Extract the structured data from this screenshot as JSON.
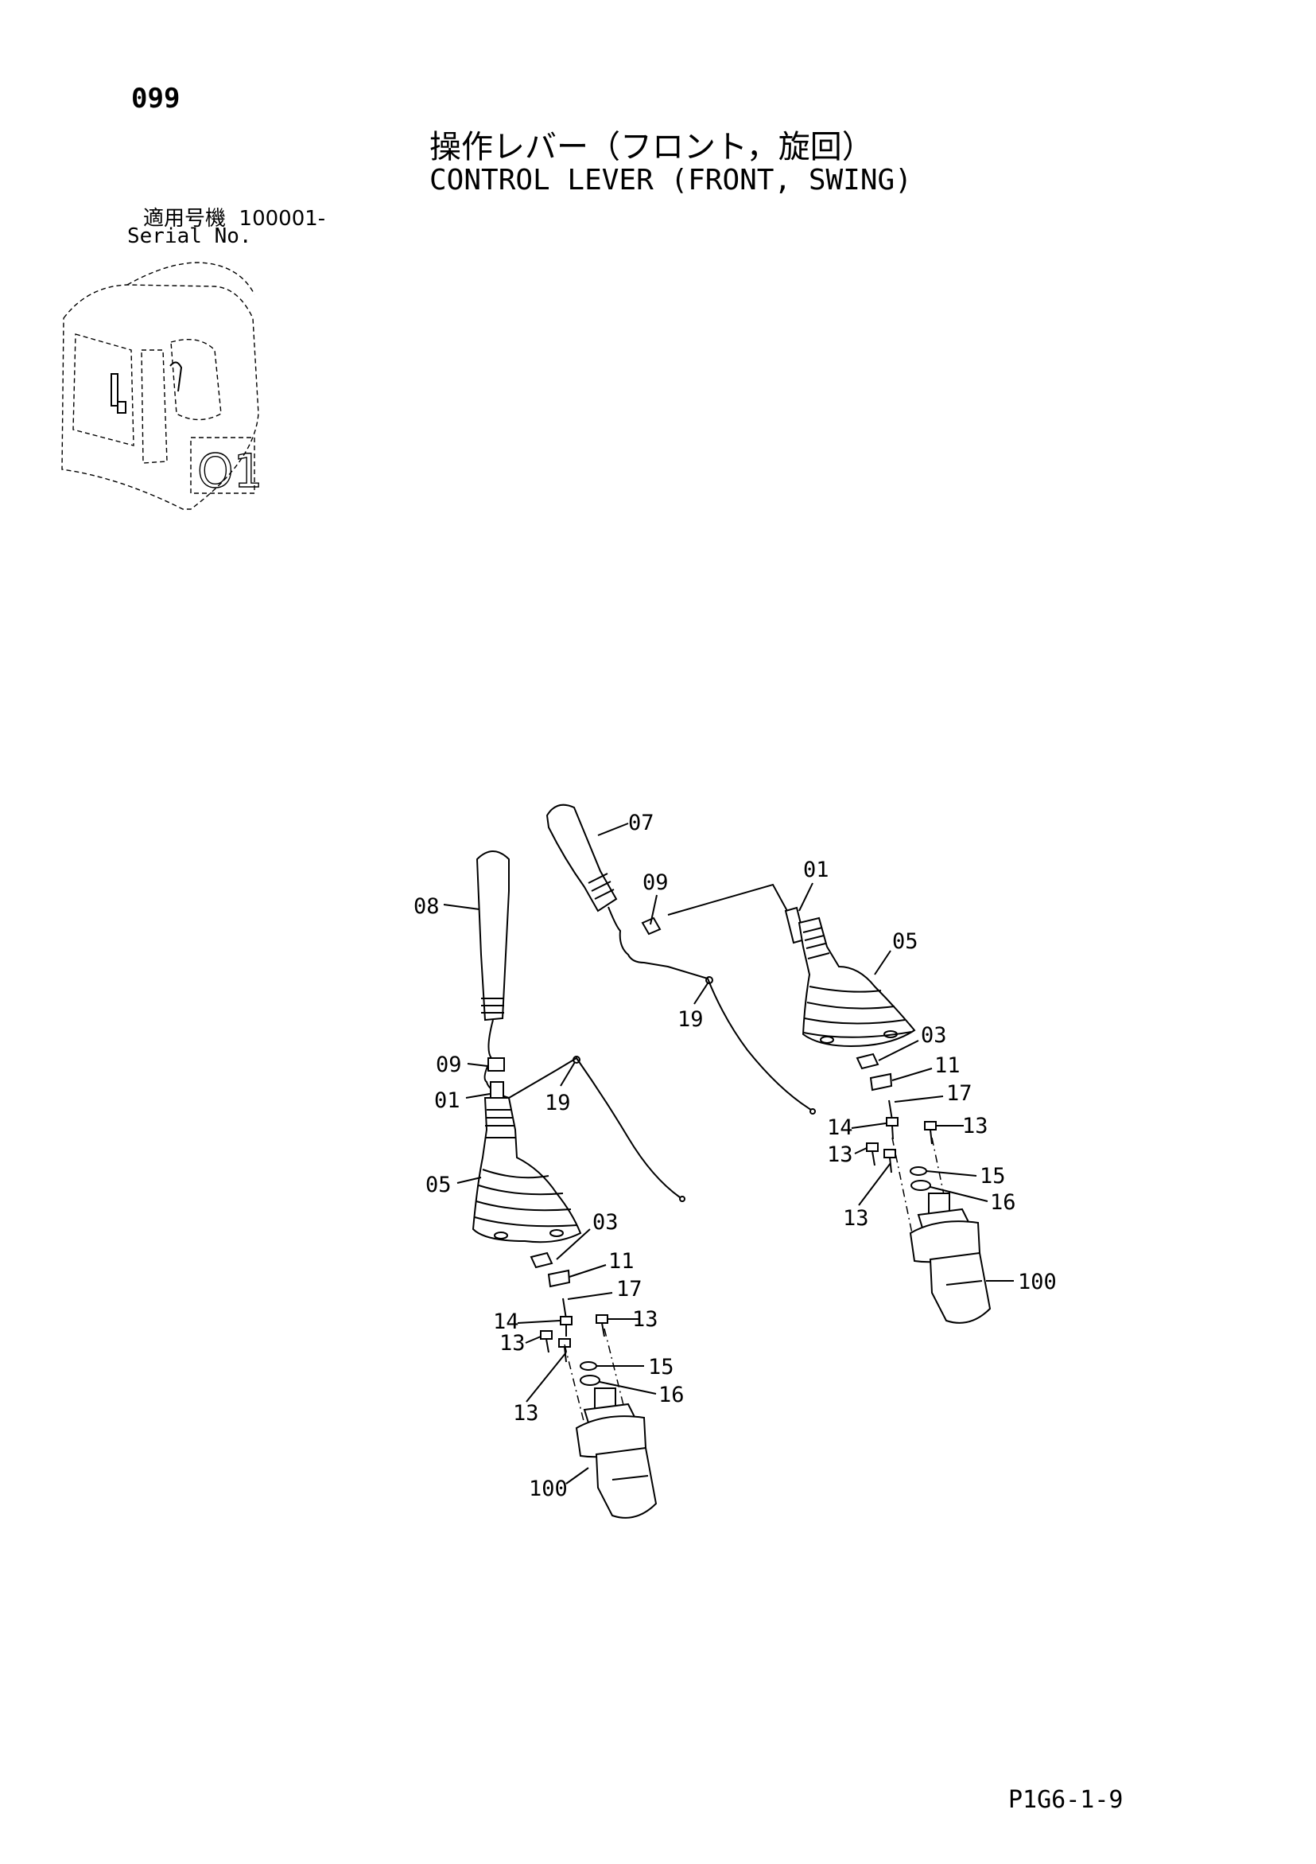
{
  "header": {
    "page_number": "099",
    "title_jp": "操作レバー（フロント，旋回）",
    "title_en": "CONTROL LEVER (FRONT, SWING)",
    "serial_label_jp": "適用号機",
    "serial_value": "100001-",
    "serial_label_en": "Serial No."
  },
  "cab_view": {
    "badge": "O1"
  },
  "callouts": {
    "left": [
      "08",
      "09",
      "01",
      "19",
      "05",
      "03",
      "11",
      "17",
      "14",
      "13",
      "13",
      "13",
      "15",
      "16",
      "100"
    ],
    "right": [
      "07",
      "09",
      "01",
      "05",
      "19",
      "03",
      "11",
      "17",
      "14",
      "13",
      "13",
      "13",
      "15",
      "16",
      "100"
    ]
  },
  "footer": {
    "code": "P1G6-1-9"
  }
}
